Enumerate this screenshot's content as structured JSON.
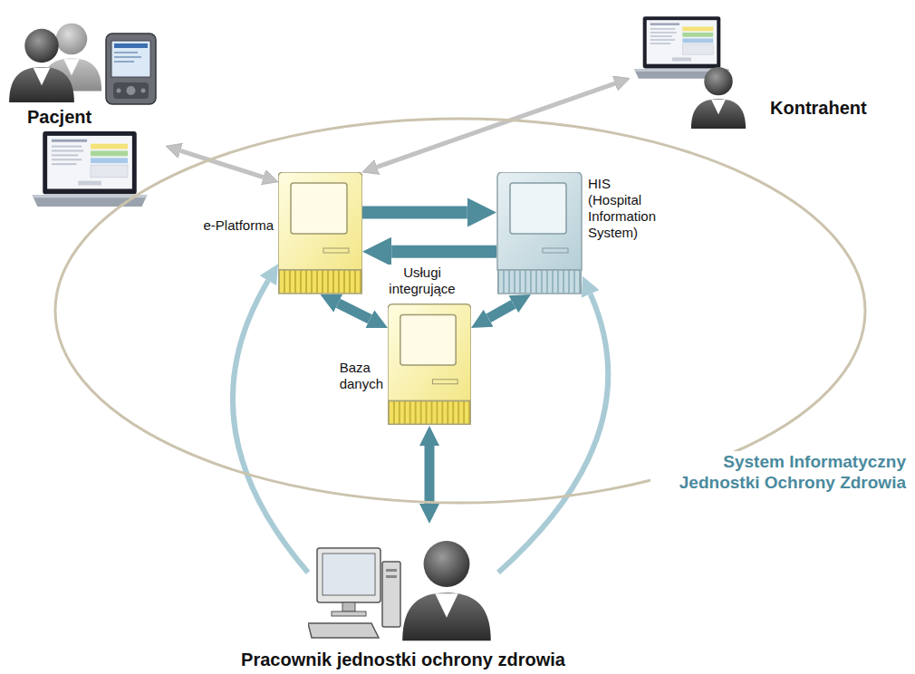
{
  "diagram": {
    "nodes": [
      {
        "text": [
          "Pacjent"
        ]
      },
      {
        "text": [
          "Kontrahent"
        ]
      },
      {
        "text": [
          "System Informatyczny Jednostki Ochrony Zdrowia"
        ]
      },
      {
        "text": [
          "e-Platforma"
        ],
        "in": 2
      },
      {
        "text": [
          "HIS (Hospital Information System)"
        ],
        "in": 2
      },
      {
        "text": [
          "Baza danych"
        ],
        "in": 2
      },
      {
        "text": [
          "Pracownik jednostki ochrony zdrowia"
        ]
      }
    ],
    "edges": [
      {
        "from": 0,
        "to": 3,
        "arrow": "both"
      },
      {
        "from": 1,
        "to": 3,
        "arrow": "both"
      },
      {
        "from": 3,
        "to": 4,
        "arrow": "to"
      },
      {
        "from": 4,
        "to": 3,
        "arrow": "to",
        "label": "Usługi integrujące"
      },
      {
        "from": 3,
        "to": 5,
        "arrow": "both"
      },
      {
        "from": 4,
        "to": 5,
        "arrow": "both"
      },
      {
        "from": 5,
        "to": 6,
        "arrow": "both"
      },
      {
        "from": 6,
        "to": 3,
        "arrow": "to"
      },
      {
        "from": 6,
        "to": 4,
        "arrow": "to"
      }
    ]
  }
}
